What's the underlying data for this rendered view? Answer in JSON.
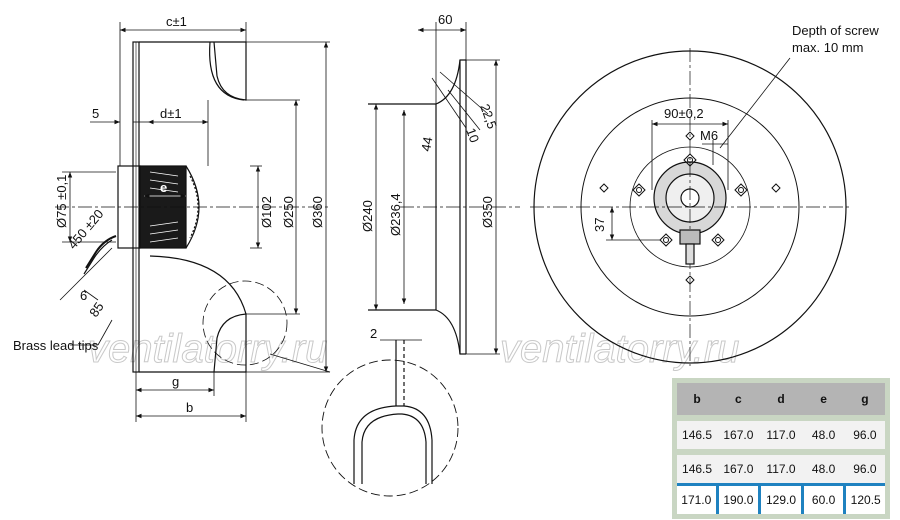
{
  "labels": {
    "c": "c±1",
    "d": "d±1",
    "five": "5",
    "e": "e",
    "d75": "Ø75 ±0,1",
    "len450": "450 ±20",
    "six": "6",
    "eightyfive": "85",
    "brass": "Brass lead tips",
    "g": "g",
    "b": "b",
    "d102": "Ø102",
    "d250": "Ø250",
    "d360": "Ø360",
    "sixty": "60",
    "twentytwo": "22,5",
    "ten": "10",
    "fortyfour": "44",
    "d240": "Ø240",
    "d236": "Ø236,4",
    "d350": "Ø350",
    "two": "2",
    "screw1": "Depth of screw",
    "screw2": "max. 10 mm",
    "ninety": "90±0,2",
    "m6": "M6",
    "thirtyseven": "37",
    "watermark": "ventilatorry.ru"
  },
  "table": {
    "headers": [
      "b",
      "c",
      "d",
      "e",
      "g"
    ],
    "rows": [
      [
        "146.5",
        "167.0",
        "117.0",
        "48.0",
        "96.0"
      ],
      [
        "146.5",
        "167.0",
        "117.0",
        "48.0",
        "96.0"
      ],
      [
        "171.0",
        "190.0",
        "129.0",
        "60.0",
        "120.5"
      ]
    ],
    "highlight_color": "#1f82c0"
  }
}
